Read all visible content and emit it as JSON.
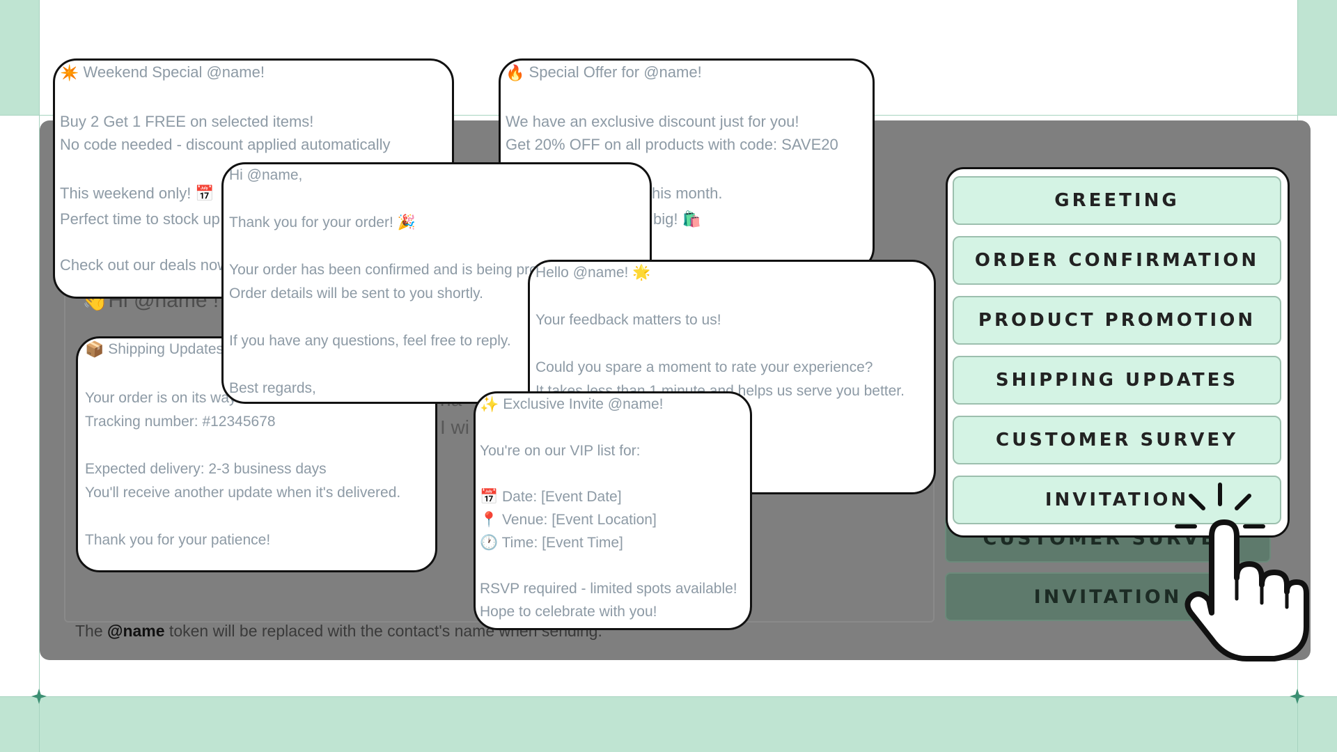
{
  "colors": {
    "mint": "#bfe4d2",
    "panel_dim": "#7f7f7f",
    "menu_button": "#d4f3e4",
    "card_text": "#8d9aa5"
  },
  "background_text": {
    "greeting_partial": "👋Hi @name !",
    "behind_text_1": "I wi",
    "behind_text_2": "ha",
    "button_customer_survey": "CUSTOMER SURVEY",
    "button_invitation": "INVITATION"
  },
  "note": {
    "prefix": "The ",
    "token": "@name",
    "suffix": " token will be replaced with the contact's name when sending."
  },
  "cards": {
    "weekend": {
      "title": "Weekend Special @name!",
      "title_icon": "sparkle-icon",
      "lines": [
        "Buy 2 Get 1 FREE on selected items!",
        "No code needed - discount applied automatically",
        "",
        "This weekend only! 📅",
        "Perfect time to stock up",
        "",
        "Check out our deals now!"
      ]
    },
    "offer": {
      "title": "Special Offer for @name!",
      "title_icon": "fire-icon",
      "lines": [
        "We have an exclusive discount just for you!",
        "Get 20% OFF on all products with code: SAVE20",
        "",
        "Valid until the end of this month.",
        "Don't miss out - shop big! 🛍️"
      ]
    },
    "order": {
      "lines": [
        "Hi @name,",
        "",
        "Thank you for your order! 🎉",
        "",
        "Your order has been confirmed and is being processed.",
        "Order details will be sent to you shortly.",
        "",
        "If you have any questions, feel free to reply.",
        "",
        "Best regards,"
      ]
    },
    "survey": {
      "lines": [
        "Hello @name! 🌟",
        "",
        "Your feedback matters to us!",
        "",
        "Could you spare a moment to rate your experience?",
        "It takes less than 1 minute and helps us serve you better."
      ]
    },
    "shipping": {
      "title": "Shipping Updates",
      "title_icon": "package-icon",
      "lines": [
        "",
        "Your order is on its way!",
        "Tracking number: #12345678",
        "",
        "Expected delivery: 2-3 business days",
        "You'll receive another update when it's delivered.",
        "",
        "Thank you for your patience!"
      ]
    },
    "invite": {
      "title": "Exclusive Invite @name!",
      "title_icon": "sparkles-icon",
      "lines": [
        "",
        "You're on our VIP list for:",
        "",
        "📅 Date: [Event Date]",
        "📍 Venue: [Event Location]",
        "🕐 Time: [Event Time]",
        "",
        "RSVP required - limited spots available!",
        "Hope to celebrate with you!"
      ]
    }
  },
  "menu": {
    "items": [
      {
        "label": "GREETING"
      },
      {
        "label": "ORDER CONFIRMATION"
      },
      {
        "label": "PRODUCT PROMOTION"
      },
      {
        "label": "SHIPPING UPDATES"
      },
      {
        "label": "CUSTOMER SURVEY"
      },
      {
        "label": "INVITATION"
      }
    ]
  },
  "cursor_icon": "hand-pointer-click-icon"
}
